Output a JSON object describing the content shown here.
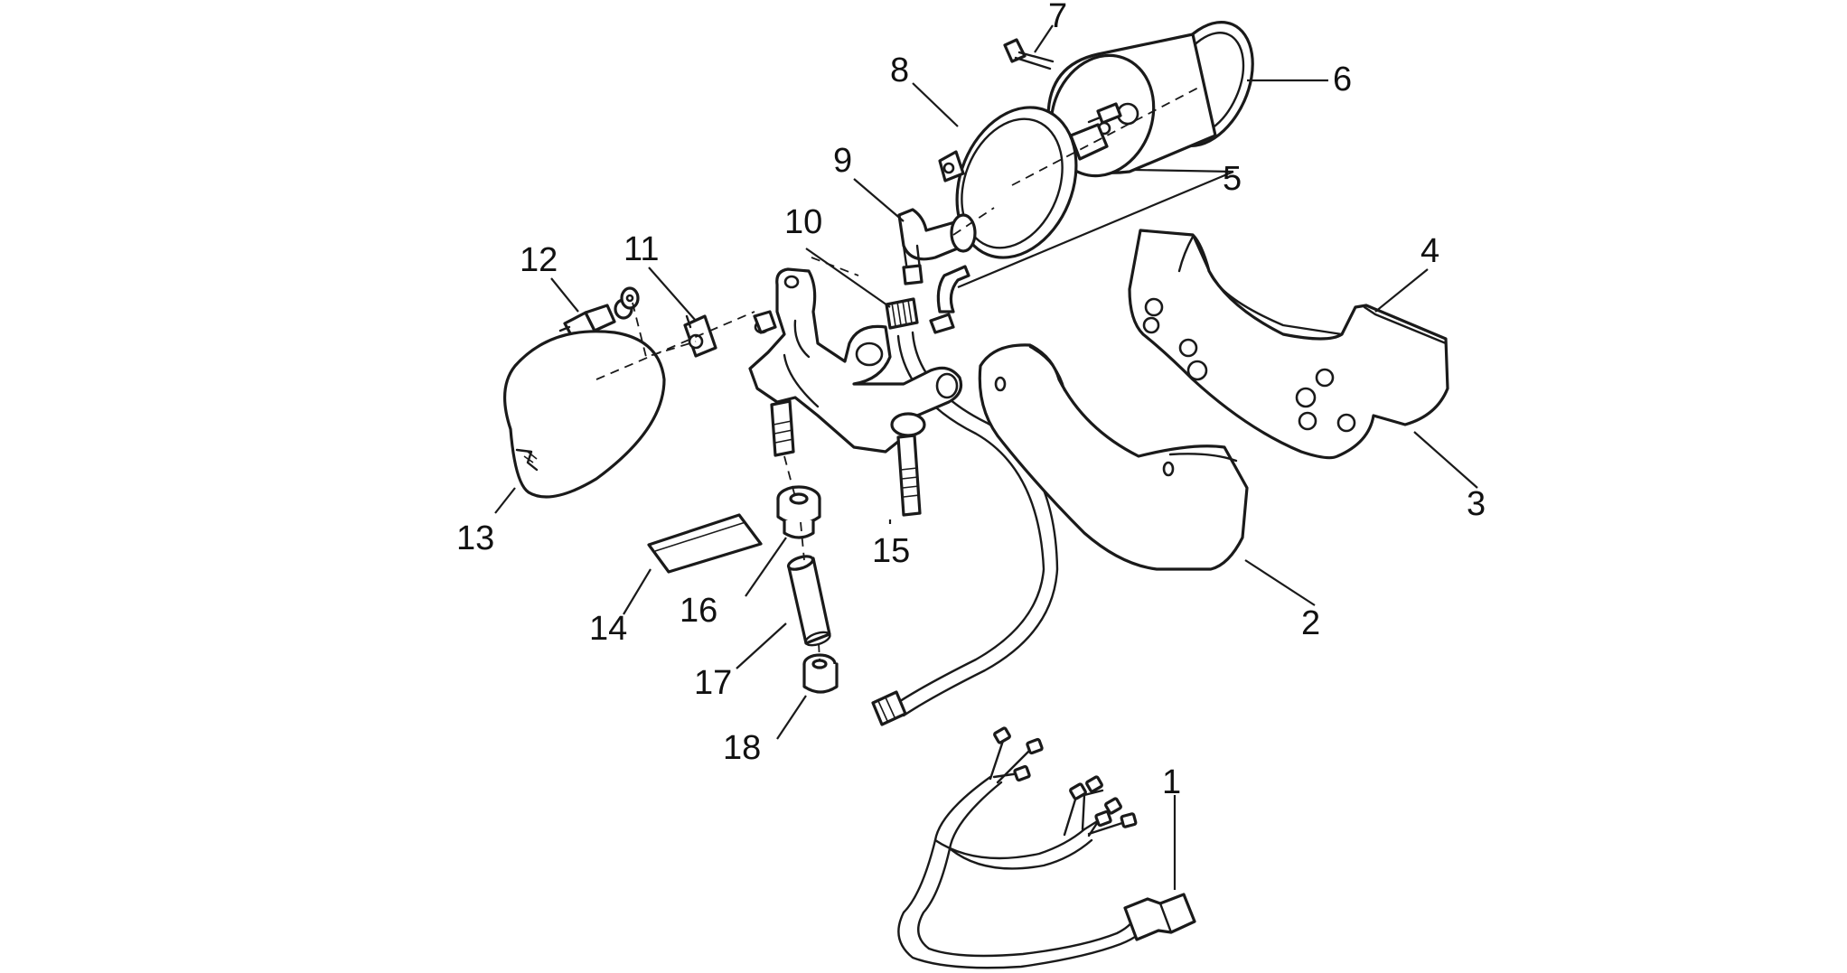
{
  "diagram": {
    "background": "#ffffff",
    "ink": "#1a1a1a",
    "callouts": [
      "1",
      "2",
      "3",
      "4",
      "5",
      "6",
      "7",
      "8",
      "9",
      "10",
      "11",
      "12",
      "13",
      "14",
      "15",
      "16",
      "17",
      "18"
    ]
  }
}
